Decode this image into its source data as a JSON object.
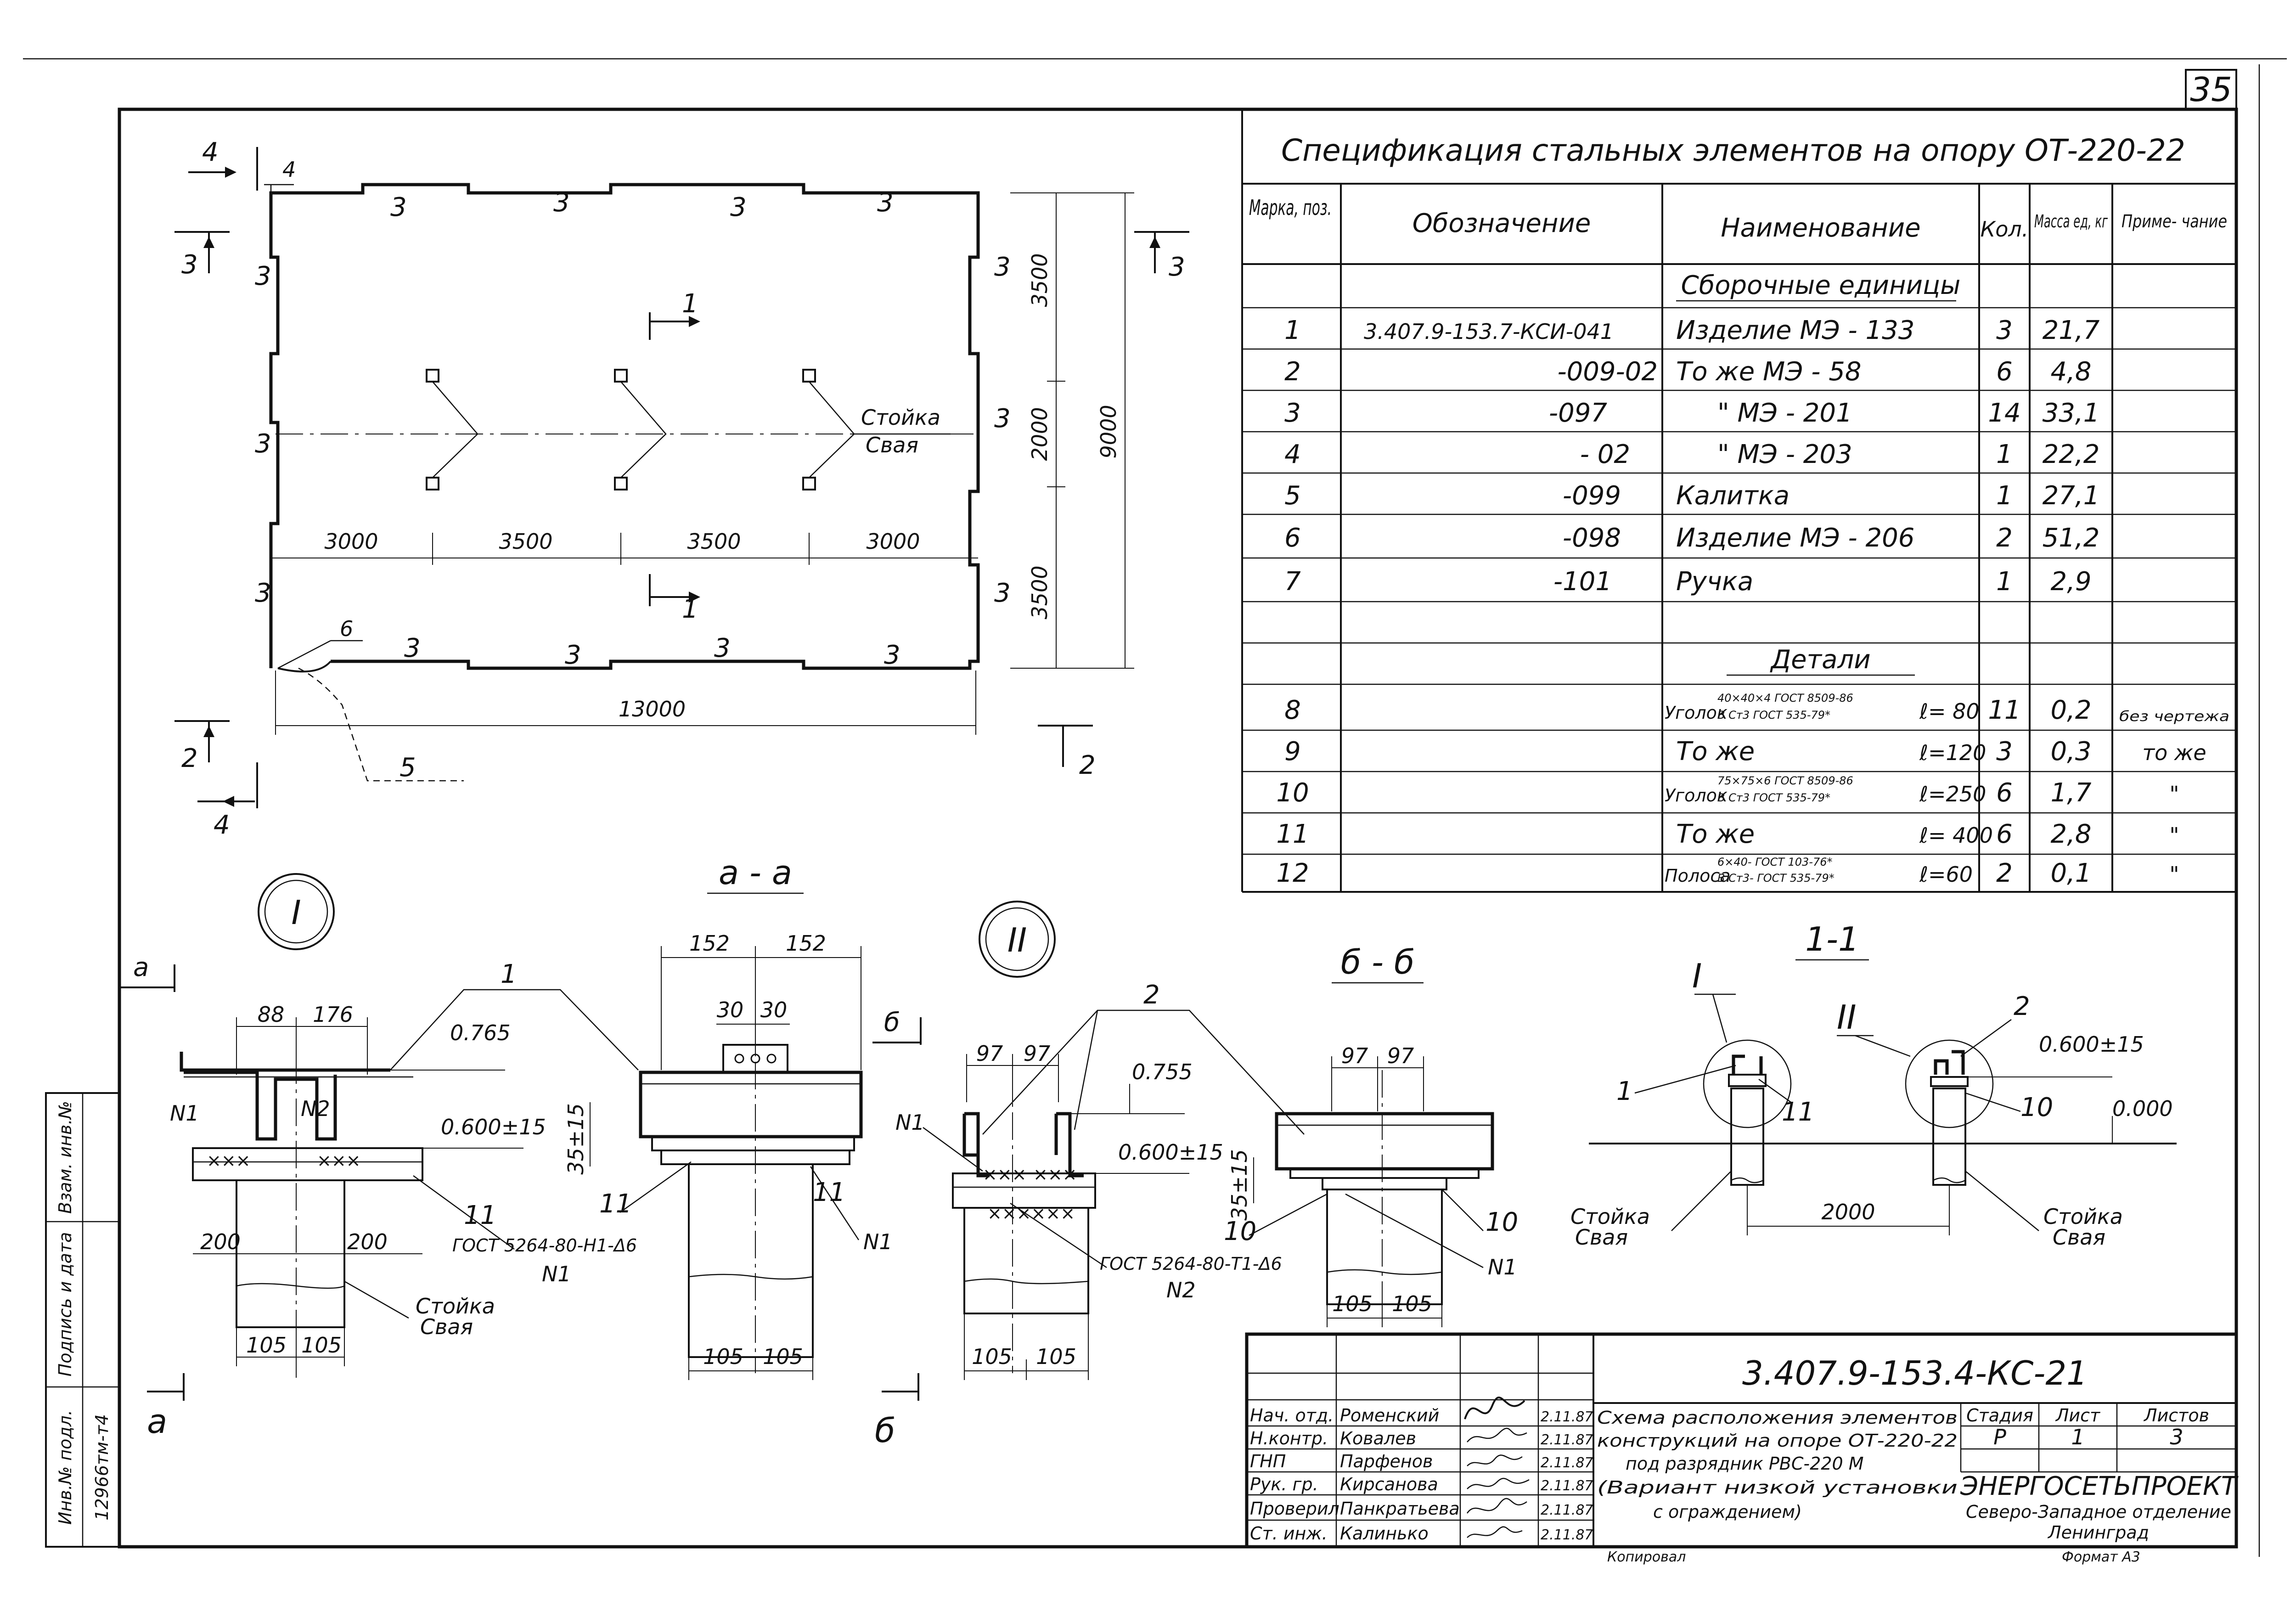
{
  "sheet": {
    "page_number": "35",
    "drawing_code": "3.407.9-153.4-КС-21",
    "format_label": "Формат А3"
  },
  "plan": {
    "element_marks": {
      "top": "3",
      "bottom": "3",
      "side": "3",
      "corner": "4",
      "gate": "5",
      "handle": "6"
    },
    "section_marks": {
      "s1": "1",
      "s2": "2",
      "s3": "3",
      "s4": "4"
    },
    "dimensions": {
      "bays": [
        "3000",
        "3500",
        "3500",
        "3000"
      ],
      "total_length": "13000",
      "heights": [
        "3500",
        "2000",
        "3500"
      ],
      "total_height": "9000"
    },
    "post_label_line1": "Стойка",
    "post_label_line2": "Свая"
  },
  "spec": {
    "title": "Спецификация стальных элементов на опору ОТ-220-22",
    "headers": {
      "mark": "Марка, поз.",
      "designation": "Обозначение",
      "name": "Наименование",
      "qty": "Кол.",
      "mass": "Масса ед, кг",
      "note": "Приме- чание"
    },
    "section_assemblies": "Сборочные единицы",
    "section_details": "Детали",
    "rows": [
      {
        "pos": "1",
        "designation": "3.407.9-153.7-КСИ-041",
        "name": "Изделие   МЭ - 133",
        "qty": "3",
        "mass": "21,7",
        "note": ""
      },
      {
        "pos": "2",
        "designation": "-009-02",
        "name": "То же     МЭ - 58",
        "qty": "6",
        "mass": "4,8",
        "note": ""
      },
      {
        "pos": "3",
        "designation": "-097",
        "name": "\"        МЭ - 201",
        "qty": "14",
        "mass": "33,1",
        "note": ""
      },
      {
        "pos": "4",
        "designation": "- 02",
        "name": "\"        МЭ - 203",
        "qty": "1",
        "mass": "22,2",
        "note": ""
      },
      {
        "pos": "5",
        "designation": "-099",
        "name": "Калитка",
        "qty": "1",
        "mass": "27,1",
        "note": ""
      },
      {
        "pos": "6",
        "designation": "-098",
        "name": "Изделие   МЭ - 206",
        "qty": "2",
        "mass": "51,2",
        "note": ""
      },
      {
        "pos": "7",
        "designation": "-101",
        "name": "Ручка",
        "qty": "1",
        "mass": "2,9",
        "note": ""
      }
    ],
    "detail_rows": [
      {
        "pos": "8",
        "name_prefix": "Уголок",
        "name_top": "40×40×4 ГОСТ 8509-86",
        "name_bottom": "В Ст3 ГОСТ 535-79*",
        "length": "ℓ= 80",
        "qty": "11",
        "mass": "0,2",
        "note": "без чертежа"
      },
      {
        "pos": "9",
        "name_prefix": "То же",
        "name_top": "",
        "name_bottom": "",
        "length": "ℓ=120",
        "qty": "3",
        "mass": "0,3",
        "note": "то же"
      },
      {
        "pos": "10",
        "name_prefix": "Уголок",
        "name_top": "75×75×6 ГОСТ 8509-86",
        "name_bottom": "В Ст3 ГОСТ 535-79*",
        "length": "ℓ=250",
        "qty": "6",
        "mass": "1,7",
        "note": "\""
      },
      {
        "pos": "11",
        "name_prefix": "То же",
        "name_top": "",
        "name_bottom": "",
        "length": "ℓ= 400",
        "qty": "6",
        "mass": "2,8",
        "note": "\""
      },
      {
        "pos": "12",
        "name_prefix": "Полоса",
        "name_top": "6×40- ГОСТ 103-76*",
        "name_bottom": "В Ст3- ГОСТ 535-79*",
        "length": "ℓ=60",
        "qty": "2",
        "mass": "0,1",
        "note": "\""
      }
    ]
  },
  "details": {
    "node_I": "I",
    "node_II": "II",
    "section_aa": "а - а",
    "section_bb": "б - б",
    "section_11": "1-1",
    "cut_a": "а",
    "cut_b": "б",
    "dims": {
      "d88": "88",
      "d176": "176",
      "d200": "200",
      "d105": "105",
      "d152": "152",
      "d30": "30",
      "d97": "97",
      "d35": "35±15",
      "d2000": "2000"
    },
    "levels": {
      "l765": "0.765",
      "l600": "0.600±15",
      "l755": "0.755",
      "l000": "0.000"
    },
    "weld_n1": "N1",
    "weld_n2": "N2",
    "gost_weld_1": "ГОСТ 5264-80-Н1-Δ6",
    "gost_weld_2": "ГОСТ 5264-80-Т1-Δ6",
    "labels": {
      "p1": "1",
      "p2": "2",
      "p10": "10",
      "p11": "11"
    },
    "post_line1": "Стойка",
    "post_line2": "Свая"
  },
  "side_stamp": {
    "inv_orig": "Инв.№ подл.",
    "sign_date": "Подпись и дата",
    "inv_repl": "Взам. инв.№",
    "inv_value": "12966тм-т4"
  },
  "title_block": {
    "people": [
      {
        "role": "Нач. отд.",
        "name": "Роменский",
        "date": "2.11.87"
      },
      {
        "role": "Н.контр.",
        "name": "Ковалев",
        "date": "2.11.87"
      },
      {
        "role": "ГНП",
        "name": "Парфенов",
        "date": "2.11.87"
      },
      {
        "role": "Рук. гр.",
        "name": "Кирсанова",
        "date": "2.11.87"
      },
      {
        "role": "Проверил",
        "name": "Панкратьева",
        "date": "2.11.87"
      },
      {
        "role": "Ст. инж.",
        "name": "Калинько",
        "date": "2.11.87"
      }
    ],
    "description_lines": [
      "Схема расположения элементов",
      "конструкций на опоре ОТ-220-22",
      "под разрядник РВС-220 М",
      "(Вариант низкой установки",
      "с ограждением)"
    ],
    "stage_header": "Стадия",
    "sheet_header": "Лист",
    "sheets_header": "Листов",
    "stage_value": "Р",
    "sheet_value": "1",
    "sheets_value": "3",
    "org_name": "ЭНЕРГОСЕТЬПРОЕКТ",
    "org_division": "Северо-Западное отделение",
    "org_city": "Ленинград",
    "copied_label": "Копировал"
  }
}
